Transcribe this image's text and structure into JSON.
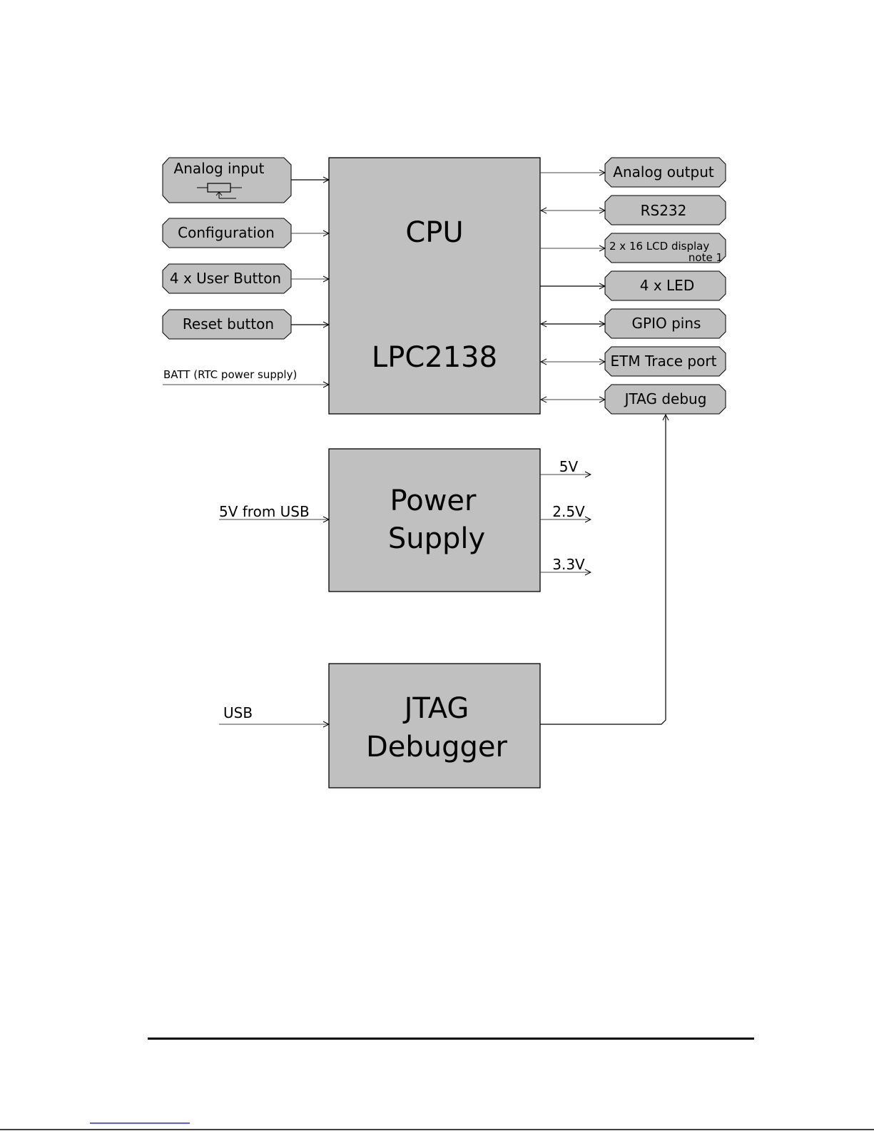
{
  "diagram": {
    "cpu": {
      "title": "CPU",
      "subtitle": "LPC2138"
    },
    "power_supply": {
      "line1": "Power",
      "line2": "Supply"
    },
    "jtag_debugger": {
      "line1": "JTAG",
      "line2": "Debugger"
    },
    "inputs": [
      {
        "label": "Analog input",
        "direction": "in",
        "icon": "potentiometer-icon"
      },
      {
        "label": "Configuration",
        "direction": "in"
      },
      {
        "label": "4 x User Button",
        "direction": "in"
      },
      {
        "label": "Reset button",
        "direction": "in"
      }
    ],
    "batt_label": "BATT  (RTC power supply)",
    "outputs": [
      {
        "label": "Analog output",
        "direction": "out"
      },
      {
        "label": "RS232",
        "direction": "bidirectional"
      },
      {
        "label": "2 x 16 LCD display",
        "note": "note 1",
        "direction": "out"
      },
      {
        "label": "4 x LED",
        "direction": "out"
      },
      {
        "label": "GPIO pins",
        "direction": "bidirectional"
      },
      {
        "label": "ETM Trace port",
        "direction": "bidirectional"
      },
      {
        "label": "JTAG debug",
        "direction": "bidirectional"
      }
    ],
    "power_in_label": "5V from USB",
    "power_outputs": [
      "5V",
      "2.5V",
      "3.3V"
    ],
    "usb_label": "USB",
    "colors": {
      "block_fill": "#c0c0c0",
      "line": "#000000",
      "link": "#0000cc"
    }
  }
}
